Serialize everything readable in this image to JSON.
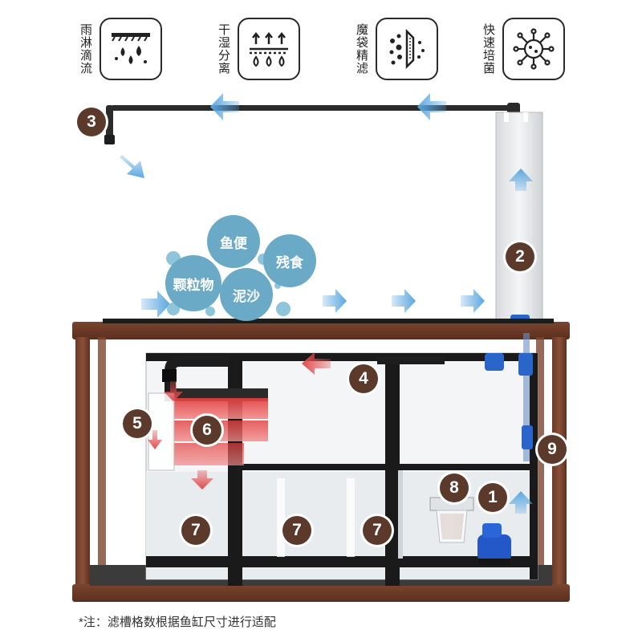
{
  "features": [
    {
      "label": "雨淋滴流",
      "icon": "rain-drip-icon"
    },
    {
      "label": "干湿分离",
      "icon": "wet-dry-separation-icon"
    },
    {
      "label": "魔袋精滤",
      "icon": "filter-bag-icon"
    },
    {
      "label": "快速培菌",
      "icon": "bacteria-culture-icon"
    }
  ],
  "bubbles": [
    "鱼便",
    "残食",
    "颗粒物",
    "泥沙"
  ],
  "badges": [
    "3",
    "2",
    "4",
    "5",
    "6",
    "7",
    "7",
    "7",
    "8",
    "1",
    "9"
  ],
  "footnote": "*注：滤槽格数根据鱼缸尺寸进行适配",
  "colors": {
    "wood": "#6b3a25",
    "badge": "#5b3a2c",
    "bubble": "#6aaac6",
    "arrow": "#5aa7e0",
    "hot": "#e24b4b"
  }
}
